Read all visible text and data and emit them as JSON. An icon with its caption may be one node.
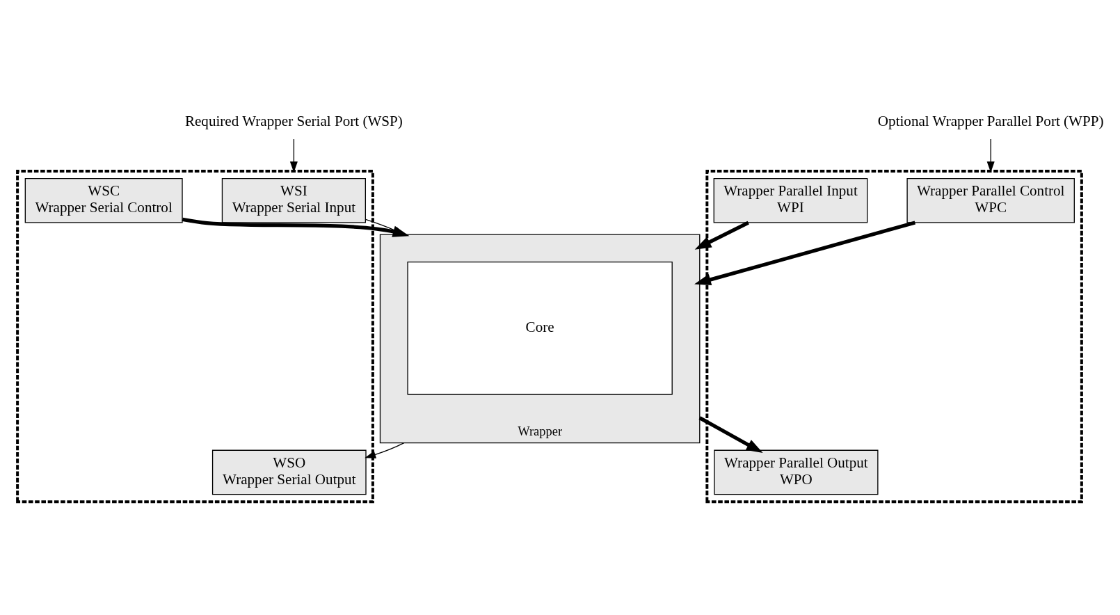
{
  "diagram": {
    "nodes": [
      {
        "text": [],
        "shape": "box"
      },
      {
        "text": [
          "Wrapper Parallel Control",
          "WPC"
        ],
        "in": 0
      },
      {
        "text": [
          "Wrapper Parallel Input",
          "WPI"
        ],
        "in": 0
      },
      {
        "text": [
          "Wrapper Parallel Output",
          "WPO"
        ],
        "in": 0
      },
      {
        "text": [
          "Wrapper"
        ]
      },
      {
        "text": [
          "Core"
        ],
        "in": 4
      },
      {
        "text": [],
        "shape": "box"
      },
      {
        "text": [
          "WSI",
          "Wrapper Serial Input"
        ],
        "in": 6
      },
      {
        "text": [
          "WSO",
          "Wrapper Serial Output"
        ],
        "in": 6
      },
      {
        "text": [
          "WSC",
          "Wrapper Serial Control"
        ],
        "in": 6
      },
      {
        "text": [
          "Optional Wrapper Parallel Port (WPP)"
        ]
      },
      {
        "text": [
          "Required Wrapper Serial Port (WSP)"
        ]
      }
    ],
    "edges": [
      {
        "from": 1,
        "to": 4,
        "arrow": "to",
        "style": "thick"
      },
      {
        "from": 2,
        "to": 4,
        "arrow": "to",
        "style": "thick"
      },
      {
        "from": 4,
        "to": 3,
        "arrow": "to",
        "style": "thick"
      },
      {
        "from": 7,
        "to": 4,
        "arrow": "to"
      },
      {
        "from": 4,
        "to": 8,
        "arrow": "to"
      },
      {
        "from": 9,
        "to": 4,
        "arrow": "to",
        "style": "thick"
      },
      {
        "from": 10,
        "to": 0,
        "arrow": "to"
      },
      {
        "from": 11,
        "to": 6,
        "arrow": "to"
      }
    ]
  }
}
